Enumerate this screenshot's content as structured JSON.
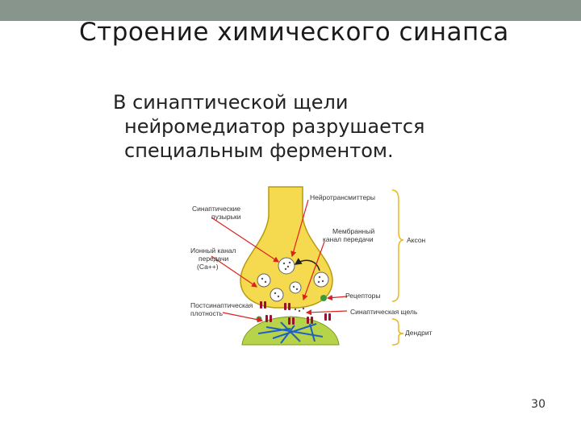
{
  "slide": {
    "title": "Строение химического синапса",
    "body_lines": [
      "В синаптической щели",
      "нейромедиатор разрушается",
      "специальным ферментом."
    ],
    "page_number": "30"
  },
  "diagram": {
    "labels": {
      "neurotransmitters": "Нейротрансмиттеры",
      "vesicles_1": "Синаптические",
      "vesicles_2": "пузырьки",
      "membrane_channel_1": "Мембранный",
      "membrane_channel_2": "канал передачи",
      "axon": "Аксон",
      "ion_channel_1": "Ионный канал",
      "ion_channel_2": "передачи",
      "ion_channel_3": "(Са++)",
      "receptors": "Рецепторы",
      "postsynaptic_1": "Постсинаптическая",
      "postsynaptic_2": "плотность",
      "synaptic_cleft": "Синаптическая щель",
      "dendrite": "Дендрит"
    },
    "colors": {
      "axon_fill": "#f5d94e",
      "axon_stroke": "#b89a10",
      "dendrite_fill": "#b7d34a",
      "arrow": "#e02020",
      "receptor": "#9b1030",
      "filament": "#2060c0",
      "brace": "#e8b820"
    }
  }
}
